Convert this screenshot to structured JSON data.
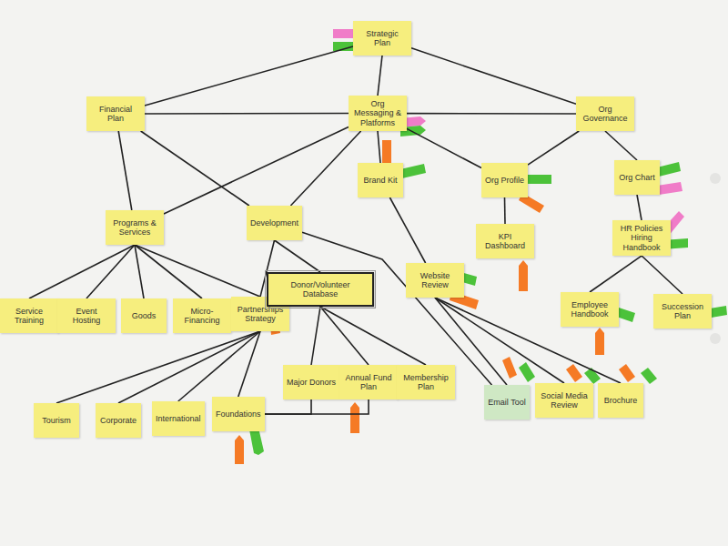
{
  "diagram": {
    "nodes": [
      {
        "text": [
          "Strategic Plan"
        ]
      },
      {
        "text": [
          "Financial Plan"
        ]
      },
      {
        "text": [
          "Org Messaging & Platforms"
        ]
      },
      {
        "text": [
          "Org Governance"
        ]
      },
      {
        "text": [
          "Brand Kit"
        ]
      },
      {
        "text": [
          "Org Profile"
        ]
      },
      {
        "text": [
          "Org Chart"
        ]
      },
      {
        "text": [
          "Programs & Services"
        ]
      },
      {
        "text": [
          "Development"
        ]
      },
      {
        "text": [
          "KPI Dashboard"
        ]
      },
      {
        "text": [
          "HR Policies Hiring Handbook"
        ]
      },
      {
        "text": [
          "Service Training"
        ]
      },
      {
        "text": [
          "Event Hosting"
        ]
      },
      {
        "text": [
          "Goods"
        ]
      },
      {
        "text": [
          "Micro-Financing"
        ]
      },
      {
        "text": [
          "Partnerships Strategy"
        ]
      },
      {
        "text": [
          "Donor/Volunteer Database"
        ]
      },
      {
        "text": [
          "Website Review"
        ]
      },
      {
        "text": [
          "Employee Handbook"
        ]
      },
      {
        "text": [
          "Succession Plan"
        ]
      },
      {
        "text": [
          "Tourism"
        ]
      },
      {
        "text": [
          "Corporate"
        ]
      },
      {
        "text": [
          "International"
        ]
      },
      {
        "text": [
          "Foundations"
        ]
      },
      {
        "text": [
          "Major Donors"
        ]
      },
      {
        "text": [
          "Annual Fund Plan"
        ]
      },
      {
        "text": [
          "Membership Plan"
        ]
      },
      {
        "text": [
          "Email Tool"
        ]
      },
      {
        "text": [
          "Social Media Review"
        ]
      },
      {
        "text": [
          "Brochure"
        ]
      }
    ],
    "edges": [
      {
        "from": 0,
        "to": 1,
        "arrow": "none"
      },
      {
        "from": 0,
        "to": 2,
        "arrow": "none"
      },
      {
        "from": 0,
        "to": 3,
        "arrow": "none"
      },
      {
        "from": 1,
        "to": 2,
        "arrow": "none"
      },
      {
        "from": 2,
        "to": 3,
        "arrow": "none"
      },
      {
        "from": 1,
        "to": 7,
        "arrow": "none"
      },
      {
        "from": 1,
        "to": 8,
        "arrow": "none"
      },
      {
        "from": 2,
        "to": 7,
        "arrow": "none"
      },
      {
        "from": 2,
        "to": 8,
        "arrow": "none"
      },
      {
        "from": 2,
        "to": 4,
        "arrow": "none"
      },
      {
        "from": 2,
        "to": 5,
        "arrow": "none"
      },
      {
        "from": 3,
        "to": 5,
        "arrow": "none"
      },
      {
        "from": 3,
        "to": 6,
        "arrow": "none"
      },
      {
        "from": 4,
        "to": 17,
        "arrow": "none"
      },
      {
        "from": 5,
        "to": 9,
        "arrow": "none"
      },
      {
        "from": 6,
        "to": 10,
        "arrow": "none"
      },
      {
        "from": 7,
        "to": 11,
        "arrow": "none"
      },
      {
        "from": 7,
        "to": 12,
        "arrow": "none"
      },
      {
        "from": 7,
        "to": 13,
        "arrow": "none"
      },
      {
        "from": 7,
        "to": 14,
        "arrow": "none"
      },
      {
        "from": 7,
        "to": 15,
        "arrow": "none"
      },
      {
        "from": 8,
        "to": 15,
        "arrow": "none"
      },
      {
        "from": 8,
        "to": 16,
        "arrow": "none"
      },
      {
        "from": 8,
        "to": 27,
        "arrow": "none"
      },
      {
        "from": 16,
        "to": 24,
        "arrow": "none"
      },
      {
        "from": 16,
        "to": 25,
        "arrow": "none"
      },
      {
        "from": 16,
        "to": 26,
        "arrow": "none"
      },
      {
        "from": 15,
        "to": 20,
        "arrow": "none"
      },
      {
        "from": 15,
        "to": 21,
        "arrow": "none"
      },
      {
        "from": 15,
        "to": 22,
        "arrow": "none"
      },
      {
        "from": 15,
        "to": 23,
        "arrow": "none"
      },
      {
        "from": 23,
        "to": 24,
        "arrow": "none"
      },
      {
        "from": 23,
        "to": 25,
        "arrow": "none"
      },
      {
        "from": 10,
        "to": 18,
        "arrow": "none"
      },
      {
        "from": 10,
        "to": 19,
        "arrow": "none"
      },
      {
        "from": 17,
        "to": 27,
        "arrow": "none"
      },
      {
        "from": 17,
        "to": 28,
        "arrow": "none"
      },
      {
        "from": 17,
        "to": 29,
        "arrow": "none"
      }
    ]
  }
}
